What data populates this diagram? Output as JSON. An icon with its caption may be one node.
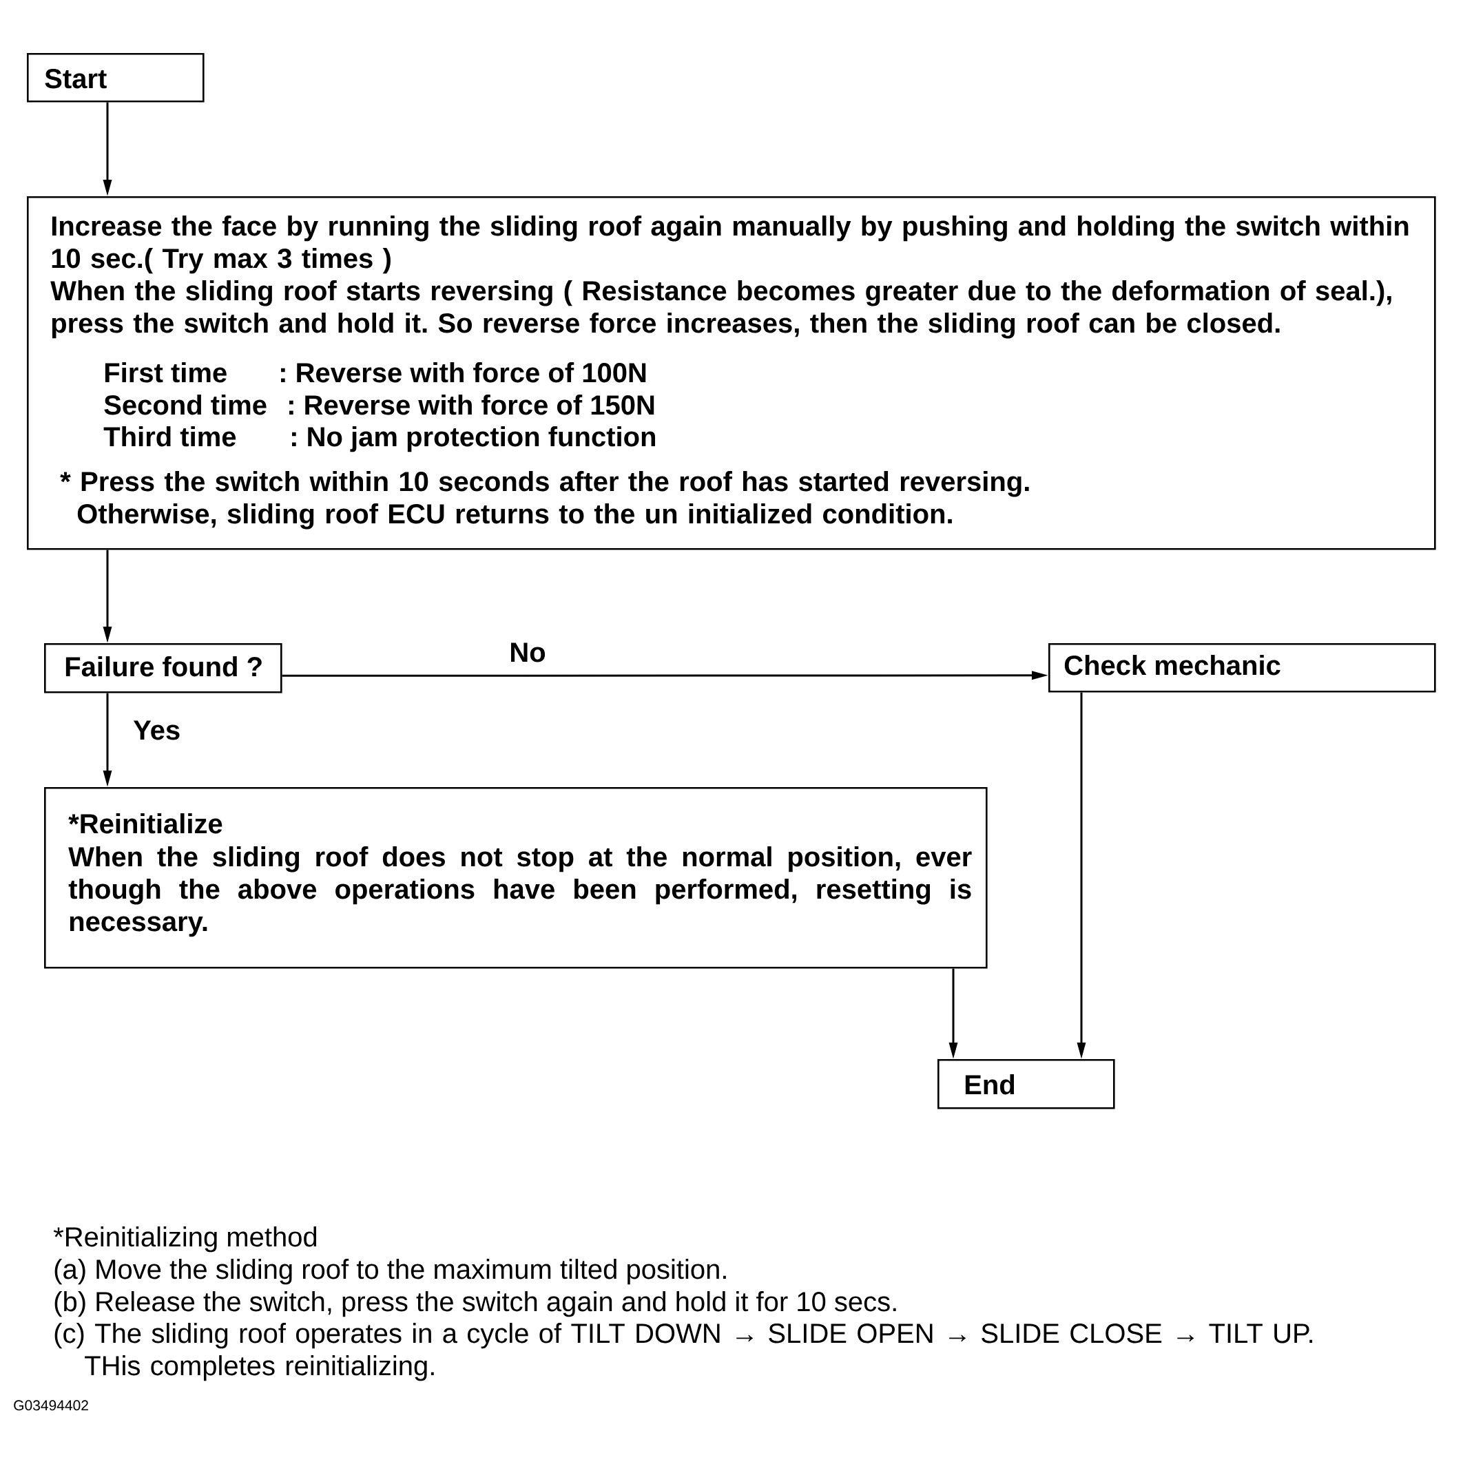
{
  "diagram": {
    "nodes": [
      {
        "text": [
          "Start"
        ]
      },
      {
        "text": [
          "Increase the face by running the sliding roof again manually by pushing and holding the switch within 10 sec.( Try max 3 times )",
          "When the sliding roof starts reversing ( Resistance becomes greater due to the deformation of seal.), press the switch and hold it. So reverse force increases, then the sliding roof can be closed.",
          "First time",
          ": Reverse with force of 100N",
          "Second time",
          ": Reverse with force of 150N",
          "Third time",
          ": No jam protection function",
          "* Press the switch within 10 seconds after the roof has started reversing. Otherwise, sliding roof ECU returns to the un initialized condition."
        ]
      },
      {
        "text": [
          "Failure found ?"
        ]
      },
      {
        "text": [
          "Check mechanic"
        ]
      },
      {
        "text": [
          "*Reinitialize",
          "When the sliding roof does not stop at the normal position, ever though the above operations have been performed, resetting is necessary."
        ]
      },
      {
        "text": [
          "End"
        ]
      }
    ],
    "edges": [
      {
        "from": 0,
        "to": 1,
        "arrow": "to"
      },
      {
        "from": 1,
        "to": 2,
        "arrow": "to"
      },
      {
        "from": 2,
        "to": 3,
        "arrow": "to",
        "label": "No"
      },
      {
        "from": 2,
        "to": 4,
        "arrow": "to",
        "label": "Yes"
      },
      {
        "from": 4,
        "to": 5,
        "arrow": "to"
      },
      {
        "from": 3,
        "to": 5,
        "arrow": "to"
      }
    ],
    "labels": [
      "*Reinitializing method",
      "(a) Move the sliding roof to the maximum tilted position.",
      "(b) Release the switch, press the switch again and hold it for 10 secs.",
      "(c) The sliding roof operates in a cycle of TILT DOWN → SLIDE OPEN → SLIDE CLOSE → TILT UP. THis completes reinitializing.",
      "G03494402"
    ]
  }
}
